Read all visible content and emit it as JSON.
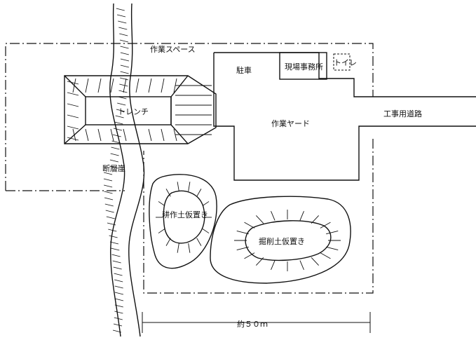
{
  "labels": {
    "work_space": "作業スペース",
    "parking": "駐車",
    "site_office": "現場事務所",
    "toilet": "トイレ",
    "trench": "トレンチ",
    "work_yard": "作業ヤード",
    "construction_road": "工事用道路",
    "fault_scarp": "断層崖",
    "topsoil_storage": "耕作土仮置き",
    "excavated_soil_storage": "掘削土仮置き",
    "scale": "約５０ｍ"
  }
}
